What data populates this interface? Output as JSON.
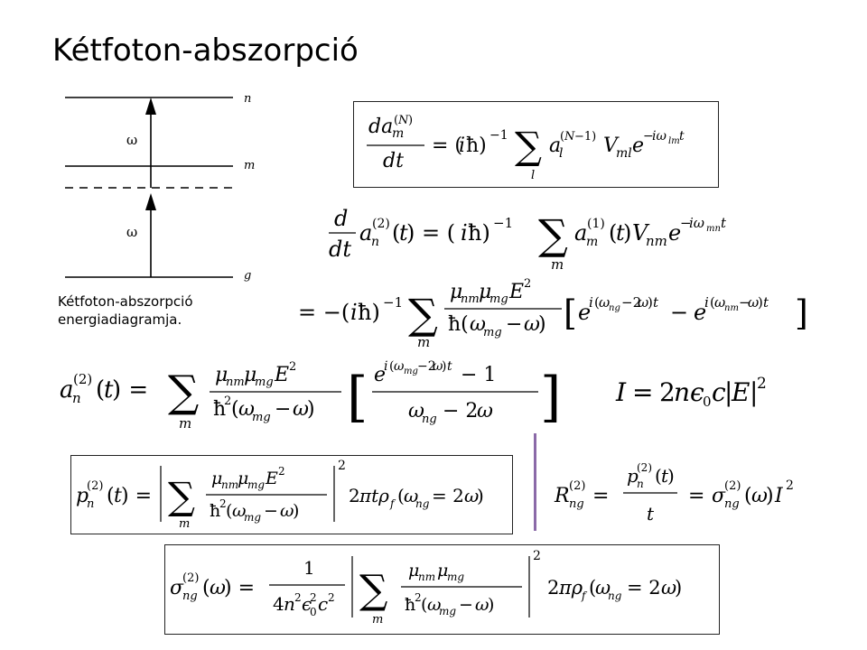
{
  "slide": {
    "title": "Kétfoton-abszorpció",
    "caption_line1": "Kétfoton-abszorpció",
    "caption_line2": "energiadiagramja."
  },
  "diagram": {
    "level_n": "n",
    "level_m": "m",
    "level_g": "g",
    "photon_upper": "ω",
    "photon_lower": "ω"
  },
  "colors": {
    "divider": "#8b6aa8",
    "box_border": "#222222"
  }
}
